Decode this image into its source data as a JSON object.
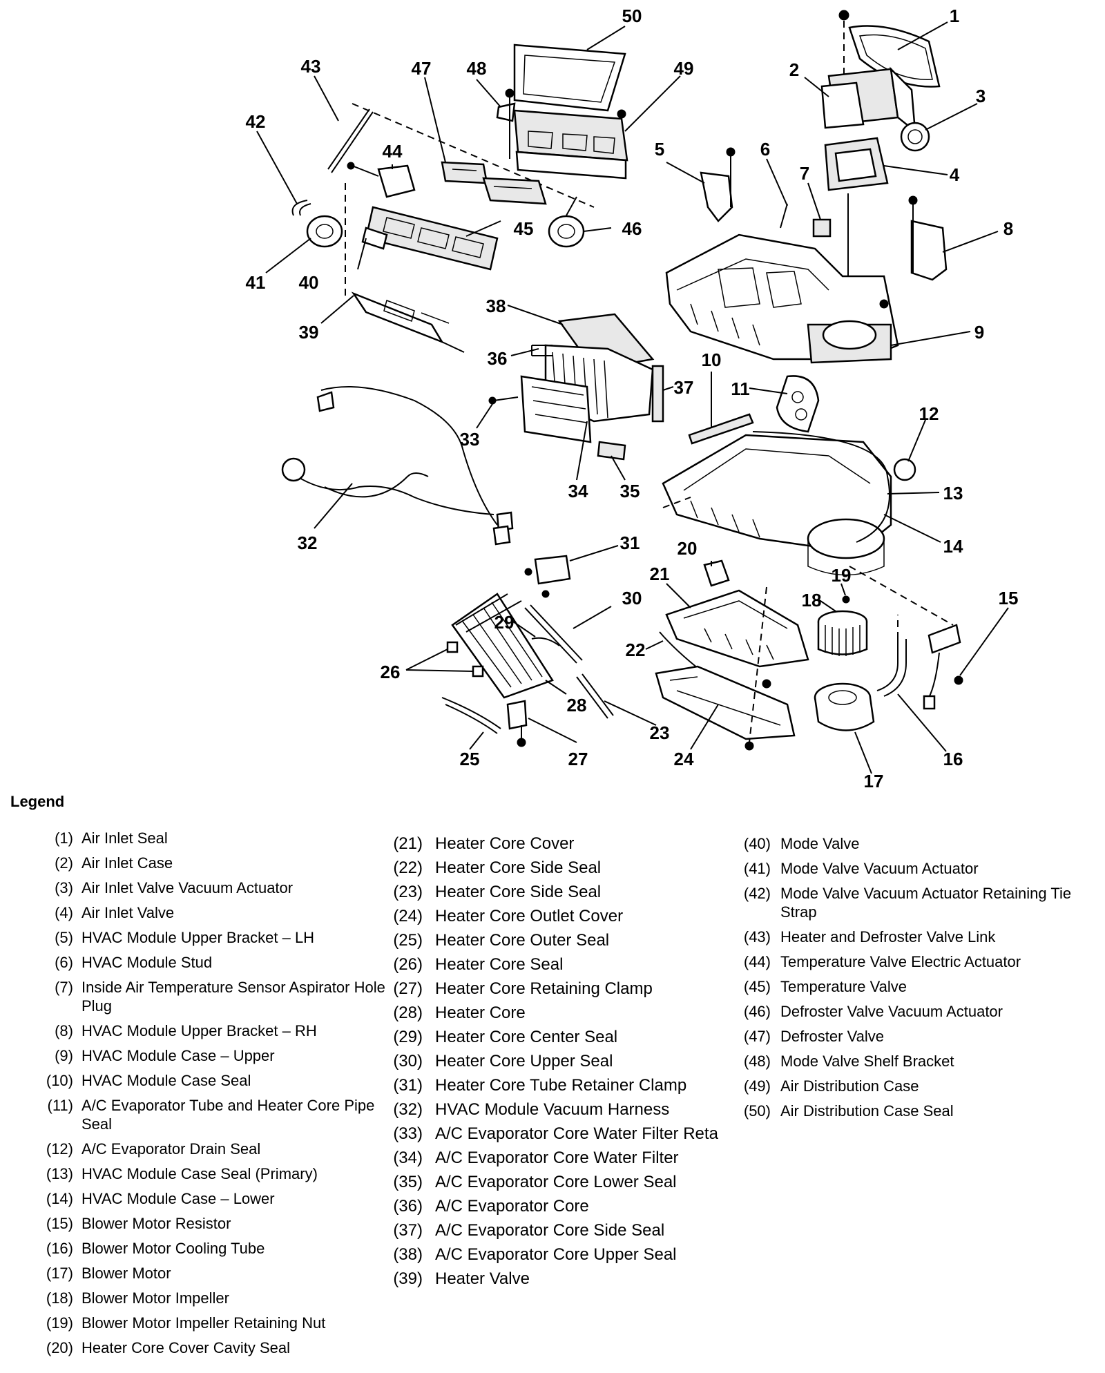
{
  "diagram": {
    "callouts": [
      "1",
      "2",
      "3",
      "4",
      "5",
      "6",
      "7",
      "8",
      "9",
      "10",
      "11",
      "12",
      "13",
      "14",
      "15",
      "16",
      "17",
      "18",
      "19",
      "20",
      "21",
      "22",
      "23",
      "24",
      "25",
      "26",
      "27",
      "28",
      "29",
      "30",
      "31",
      "32",
      "33",
      "34",
      "35",
      "36",
      "37",
      "38",
      "39",
      "40",
      "41",
      "42",
      "43",
      "44",
      "45",
      "46",
      "47",
      "48",
      "49",
      "50"
    ]
  },
  "legend": {
    "title": "Legend",
    "columns": [
      [
        {
          "num": "(1)",
          "text": "Air Inlet Seal"
        },
        {
          "num": "(2)",
          "text": "Air Inlet Case"
        },
        {
          "num": "(3)",
          "text": "Air Inlet Valve Vacuum Actuator"
        },
        {
          "num": "(4)",
          "text": "Air Inlet Valve"
        },
        {
          "num": "(5)",
          "text": "HVAC Module Upper Bracket – LH"
        },
        {
          "num": "(6)",
          "text": "HVAC Module Stud"
        },
        {
          "num": "(7)",
          "text": "Inside Air Temperature Sensor Aspirator Hole Plug"
        },
        {
          "num": "(8)",
          "text": "HVAC Module Upper Bracket – RH"
        },
        {
          "num": "(9)",
          "text": "HVAC Module Case – Upper"
        },
        {
          "num": "(10)",
          "text": "HVAC Module Case Seal"
        },
        {
          "num": "(11)",
          "text": "A/C Evaporator Tube and Heater Core Pipe Seal"
        },
        {
          "num": "(12)",
          "text": "A/C Evaporator Drain Seal"
        },
        {
          "num": "(13)",
          "text": "HVAC Module Case Seal (Primary)"
        },
        {
          "num": "(14)",
          "text": "HVAC Module Case – Lower"
        },
        {
          "num": "(15)",
          "text": "Blower Motor Resistor"
        },
        {
          "num": "(16)",
          "text": "Blower Motor Cooling Tube"
        },
        {
          "num": "(17)",
          "text": "Blower Motor"
        },
        {
          "num": "(18)",
          "text": "Blower Motor Impeller"
        },
        {
          "num": "(19)",
          "text": "Blower Motor Impeller Retaining Nut"
        },
        {
          "num": "(20)",
          "text": "Heater Core Cover Cavity Seal"
        }
      ],
      [
        {
          "num": "(21)",
          "text": "Heater Core Cover"
        },
        {
          "num": "(22)",
          "text": "Heater Core Side Seal"
        },
        {
          "num": "(23)",
          "text": "Heater Core Side Seal"
        },
        {
          "num": "(24)",
          "text": "Heater Core Outlet Cover"
        },
        {
          "num": "(25)",
          "text": "Heater Core Outer Seal"
        },
        {
          "num": "(26)",
          "text": "Heater Core Seal"
        },
        {
          "num": "(27)",
          "text": "Heater Core Retaining Clamp"
        },
        {
          "num": "(28)",
          "text": "Heater Core"
        },
        {
          "num": "(29)",
          "text": "Heater Core Center Seal"
        },
        {
          "num": "(30)",
          "text": "Heater Core Upper Seal"
        },
        {
          "num": "(31)",
          "text": "Heater Core Tube Retainer Clamp"
        },
        {
          "num": "(32)",
          "text": "HVAC Module Vacuum Harness"
        },
        {
          "num": "(33)",
          "text": "A/C Evaporator Core Water Filter Reta"
        },
        {
          "num": "(34)",
          "text": "A/C Evaporator Core Water Filter"
        },
        {
          "num": "(35)",
          "text": "A/C Evaporator Core Lower Seal"
        },
        {
          "num": "(36)",
          "text": "A/C Evaporator Core"
        },
        {
          "num": "(37)",
          "text": "A/C Evaporator Core Side Seal"
        },
        {
          "num": "(38)",
          "text": "A/C Evaporator Core Upper Seal"
        },
        {
          "num": "(39)",
          "text": "Heater Valve"
        }
      ],
      [
        {
          "num": "(40)",
          "text": "Mode Valve"
        },
        {
          "num": "(41)",
          "text": "Mode Valve Vacuum Actuator"
        },
        {
          "num": "(42)",
          "text": "Mode Valve Vacuum Actuator Retaining Tie Strap"
        },
        {
          "num": "(43)",
          "text": "Heater and Defroster Valve Link"
        },
        {
          "num": "(44)",
          "text": "Temperature Valve Electric Actuator"
        },
        {
          "num": "(45)",
          "text": "Temperature Valve"
        },
        {
          "num": "(46)",
          "text": "Defroster Valve Vacuum Actuator"
        },
        {
          "num": "(47)",
          "text": "Defroster Valve"
        },
        {
          "num": "(48)",
          "text": "Mode Valve Shelf Bracket"
        },
        {
          "num": "(49)",
          "text": "Air Distribution Case"
        },
        {
          "num": "(50)",
          "text": "Air Distribution Case Seal"
        }
      ]
    ]
  }
}
